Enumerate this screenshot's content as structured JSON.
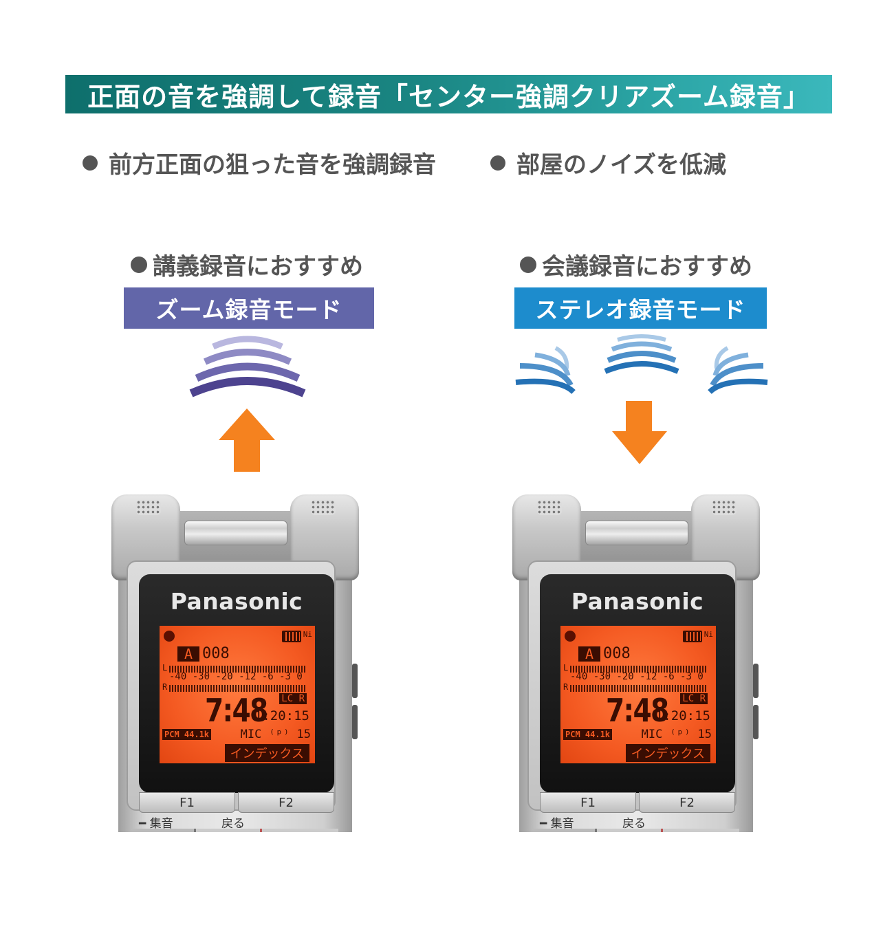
{
  "header": {
    "title": "正面の音を強調して録音「センター強調クリアズーム録音」"
  },
  "features": [
    {
      "text": "前方正面の狙った音を強調録音"
    },
    {
      "text": "部屋のノイズを低減"
    }
  ],
  "modes": [
    {
      "recommend": "講義録音におすすめ",
      "label": "ズーム録音モード",
      "color": "#6266a9"
    },
    {
      "recommend": "会議録音におすすめ",
      "label": "ステレオ録音モード",
      "color": "#1d8ccd"
    }
  ],
  "arrow_color": "#f5821f",
  "devices": [
    {
      "brand": "Panasonic",
      "lcd": {
        "folder": "A",
        "file_no": "008",
        "scale": "-40 -30 -20 -12 -6 -3  0",
        "ch_l": "L",
        "ch_r": "R",
        "time": "7:48",
        "lc": "LC R",
        "elapsed": "1:20:15",
        "format": "PCM 44.1k",
        "mic": "MIC ⁽ᵖ⁾ 15",
        "battery": "Ni",
        "index": "インデックス"
      },
      "keys": {
        "f1": "F1",
        "f2": "F2"
      },
      "labels": {
        "left": "━ 集音",
        "right": "戻る"
      }
    },
    {
      "brand": "Panasonic",
      "lcd": {
        "folder": "A",
        "file_no": "008",
        "scale": "-40 -30 -20 -12 -6 -3  0",
        "ch_l": "L",
        "ch_r": "R",
        "time": "7:48",
        "lc": "LC R",
        "elapsed": "1:20:15",
        "format": "PCM 44.1k",
        "mic": "MIC ⁽ᵖ⁾ 15",
        "battery": "Ni",
        "index": "インデックス"
      },
      "keys": {
        "f1": "F1",
        "f2": "F2"
      },
      "labels": {
        "left": "━ 集音",
        "right": "戻る"
      }
    }
  ]
}
